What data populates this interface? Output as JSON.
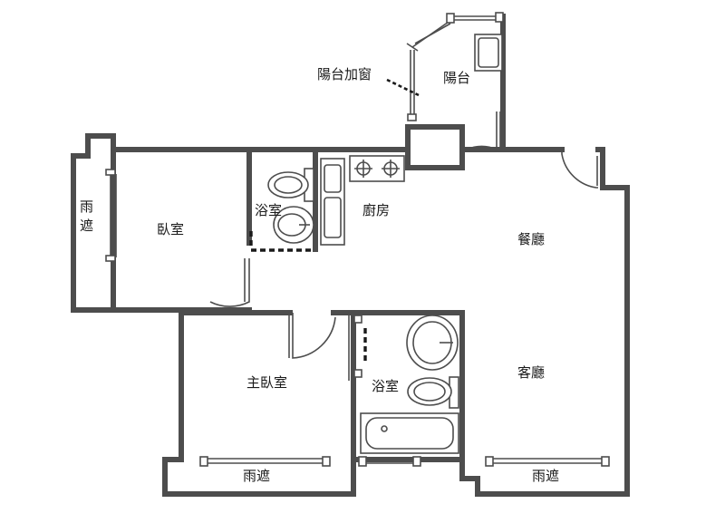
{
  "rooms": {
    "balcony": "陽台",
    "balcony_window": "陽台加窗",
    "rain_shelter_left": "雨遮",
    "bedroom": "臥室",
    "bath_top": "浴室",
    "kitchen": "廚房",
    "dining": "餐廳",
    "master_bedroom": "主臥室",
    "bath_bottom": "浴室",
    "living": "客廳",
    "rain_shelter_bottom_left": "雨遮",
    "rain_shelter_bottom_right": "雨遮"
  },
  "colors": {
    "wall": "#4d4d4d",
    "text": "#1a1a1a",
    "background": "#ffffff"
  }
}
